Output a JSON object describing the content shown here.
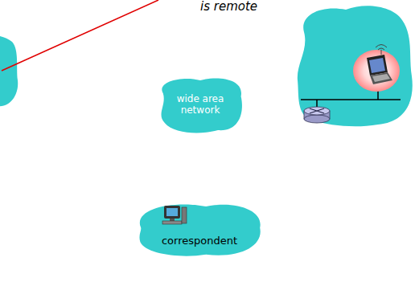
{
  "diagram": {
    "nodes": [
      {
        "text": [
          "wide area network"
        ]
      },
      {
        "text": [
          "correspondent"
        ]
      }
    ],
    "labels": [
      "is remote"
    ]
  }
}
